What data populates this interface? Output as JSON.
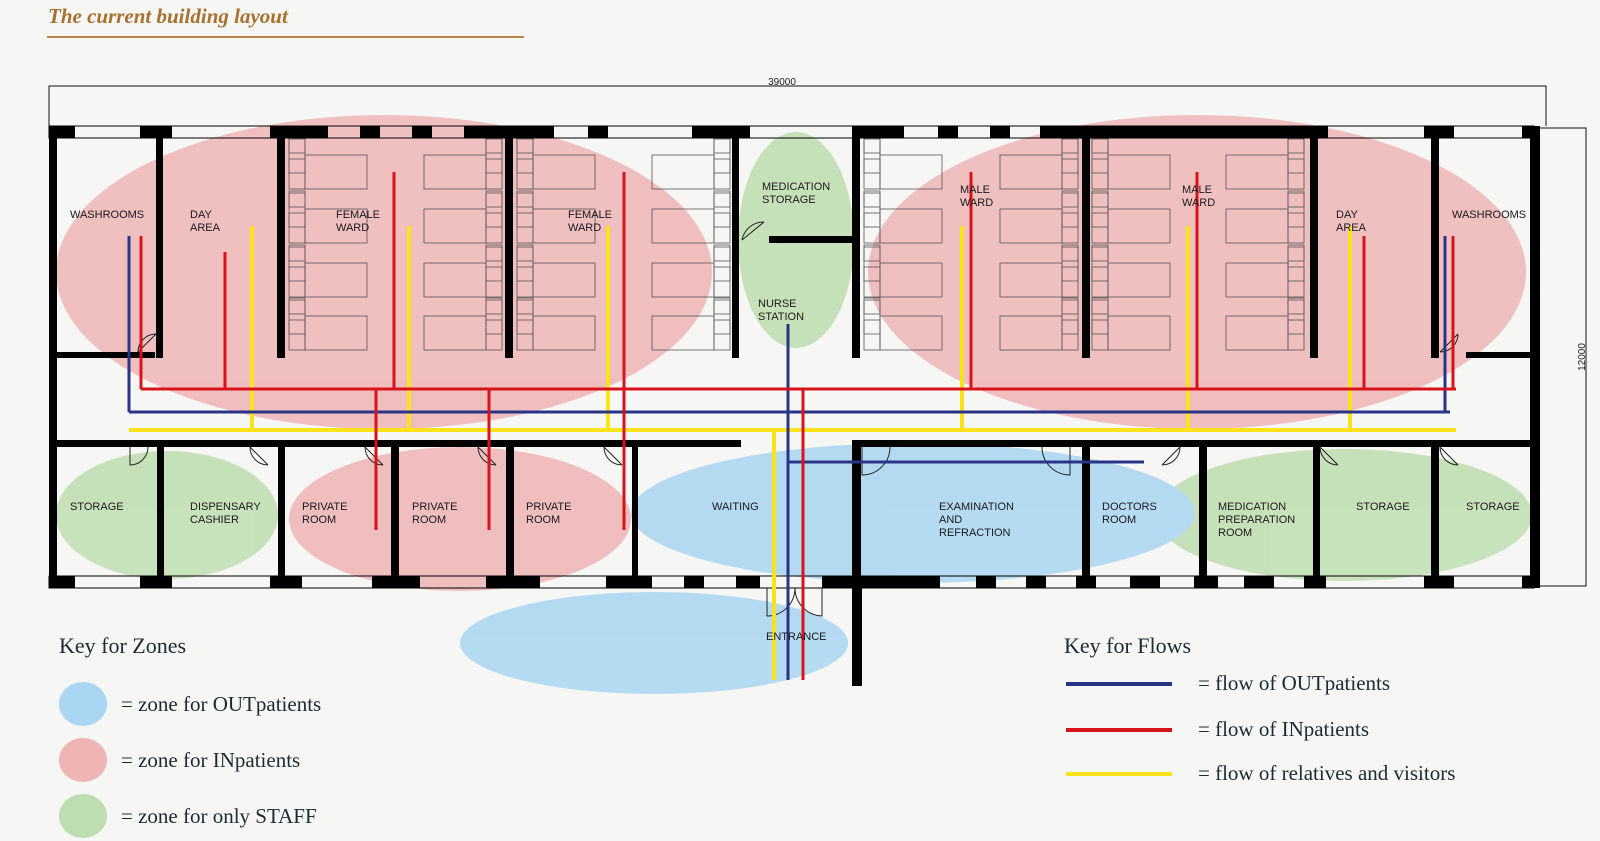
{
  "title": "The current building layout",
  "dimensions": {
    "width": "39000",
    "height": "12000"
  },
  "rooms": {
    "washrooms_left": [
      "WASHROOMS"
    ],
    "day_area_left": [
      "DAY",
      "AREA"
    ],
    "female_ward_1": [
      "FEMALE",
      "WARD"
    ],
    "female_ward_2": [
      "FEMALE",
      "WARD"
    ],
    "medication_storage": [
      "MEDICATION",
      "STORAGE"
    ],
    "nurse_station": [
      "NURSE",
      "STATION"
    ],
    "male_ward_1": [
      "MALE",
      "WARD"
    ],
    "male_ward_2": [
      "MALE",
      "WARD"
    ],
    "day_area_right": [
      "DAY",
      "AREA"
    ],
    "washrooms_right": [
      "WASHROOMS"
    ],
    "storage_left": [
      "STORAGE"
    ],
    "dispensary": [
      "DISPENSARY",
      "CASHIER"
    ],
    "private_room_1": [
      "PRIVATE",
      "ROOM"
    ],
    "private_room_2": [
      "PRIVATE",
      "ROOM"
    ],
    "private_room_3": [
      "PRIVATE",
      "ROOM"
    ],
    "waiting": [
      "WAITING"
    ],
    "examination": [
      "EXAMINATION",
      "AND",
      "REFRACTION"
    ],
    "doctors_room": [
      "DOCTORS",
      "ROOM"
    ],
    "med_prep_room": [
      "MEDICATION",
      "PREPARATION",
      "ROOM"
    ],
    "storage_right_1": [
      "STORAGE"
    ],
    "storage_right_2": [
      "STORAGE"
    ],
    "entrance": [
      "ENTRANCE"
    ]
  },
  "colors": {
    "outpatient_zone": "#a9d6f2",
    "inpatient_zone": "#efb5b5",
    "staff_zone": "#bedeb1",
    "outpatient_flow": "#2a3486",
    "inpatient_flow": "#d7141b",
    "visitor_flow": "#fbe31c",
    "wall": "#000000"
  },
  "zone_key": {
    "title": "Key for Zones",
    "items": [
      {
        "label": "= zone for OUTpatients",
        "color": "#a9d6f2"
      },
      {
        "label": "= zone for INpatients",
        "color": "#efb5b5"
      },
      {
        "label": "= zone for only STAFF",
        "color": "#bedeb1"
      }
    ]
  },
  "flow_key": {
    "title": "Key for Flows",
    "items": [
      {
        "label": "= flow of OUTpatients",
        "color": "#2a3486"
      },
      {
        "label": "= flow of INpatients",
        "color": "#d7141b"
      },
      {
        "label": "= flow of relatives and visitors",
        "color": "#fbe31c"
      }
    ]
  }
}
